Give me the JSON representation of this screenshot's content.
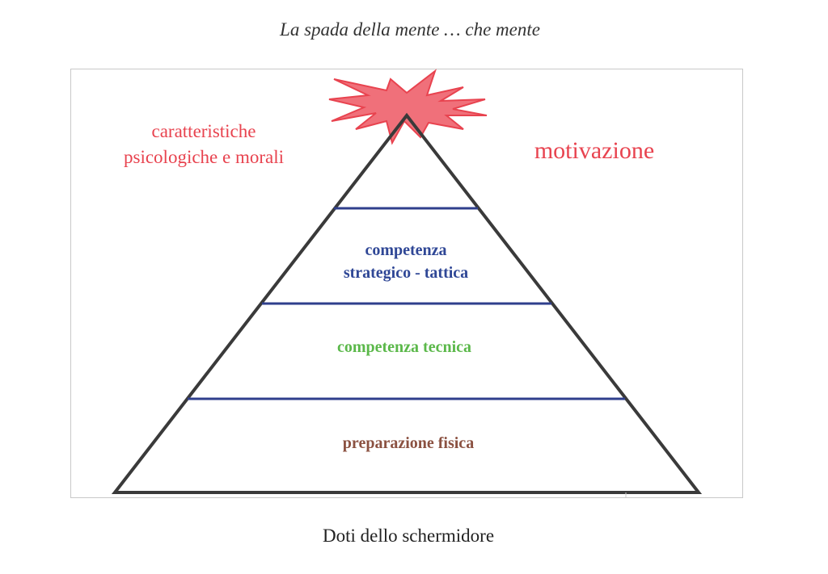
{
  "header": {
    "title": "La spada della mente … che mente"
  },
  "diagram": {
    "left_label": [
      "caratteristiche",
      "psicologiche e morali"
    ],
    "right_label": "motivazione",
    "levels": [
      {
        "lines": [
          "competenza",
          "strategico - tattica"
        ]
      },
      {
        "lines": [
          "competenza tecnica"
        ]
      },
      {
        "lines": [
          "preparazione fisica"
        ]
      }
    ],
    "colors": {
      "red": "#e8434f",
      "star_fill": "#f0707a",
      "navy": "#2f4796",
      "green": "#5bb84a",
      "brown": "#8b5141",
      "outline": "#3a3a3a"
    }
  },
  "footer": {
    "caption": "Doti dello schermidore"
  }
}
